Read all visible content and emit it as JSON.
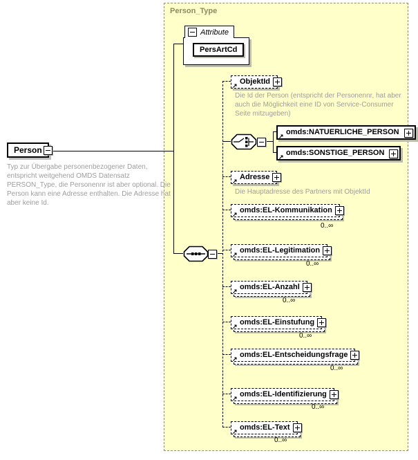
{
  "root": {
    "name": "Person",
    "annotation": "Typ zur Übergabe personenbezogener Daten, entspricht weitgehend OMDS Datensatz PERSON_Type, die Personennr ist aber optional. Die Person kann eine Adresse enthalten. Die Adresse hat aber keine Id."
  },
  "container": {
    "label": "Person_Type"
  },
  "attributes": {
    "tab_label": "Attribute",
    "items": [
      {
        "name": "PersArtCd"
      }
    ]
  },
  "objektid": {
    "name": "ObjektId",
    "annotation": "Die Id der Person (entspricht der Personennr, hat aber auch die Möglichkeit eine ID von Service-Consumer Seite mitzugeben)"
  },
  "choice": {
    "options": [
      {
        "name": "omds:NATUERLICHE_PERSON"
      },
      {
        "name": "omds:SONSTIGE_PERSON"
      }
    ]
  },
  "adresse": {
    "name": "Adresse",
    "annotation": "Die Hauptadresse des Partners mit ObjektId"
  },
  "els": [
    {
      "name": "omds:EL-Kommunikation",
      "occurrence": "0..∞"
    },
    {
      "name": "omds:EL-Legitimation",
      "occurrence": "0..∞"
    },
    {
      "name": "omds:EL-Anzahl",
      "occurrence": "0..∞"
    },
    {
      "name": "omds:EL-Einstufung",
      "occurrence": "0..∞"
    },
    {
      "name": "omds:EL-Entscheidungsfrage",
      "occurrence": "0..∞"
    },
    {
      "name": "omds:EL-Identifizierung",
      "occurrence": "0..∞"
    },
    {
      "name": "omds:EL-Text",
      "occurrence": "0..∞"
    }
  ],
  "icons": {
    "ref_arrow": "↗"
  },
  "colors": {
    "container_fill": "#ffffc9",
    "container_border": "#8f8f73",
    "container_label": "#8b8b60",
    "annotation_text": "#9d9d9d",
    "box_border": "#000000",
    "shadow": "#bcbcaa"
  }
}
